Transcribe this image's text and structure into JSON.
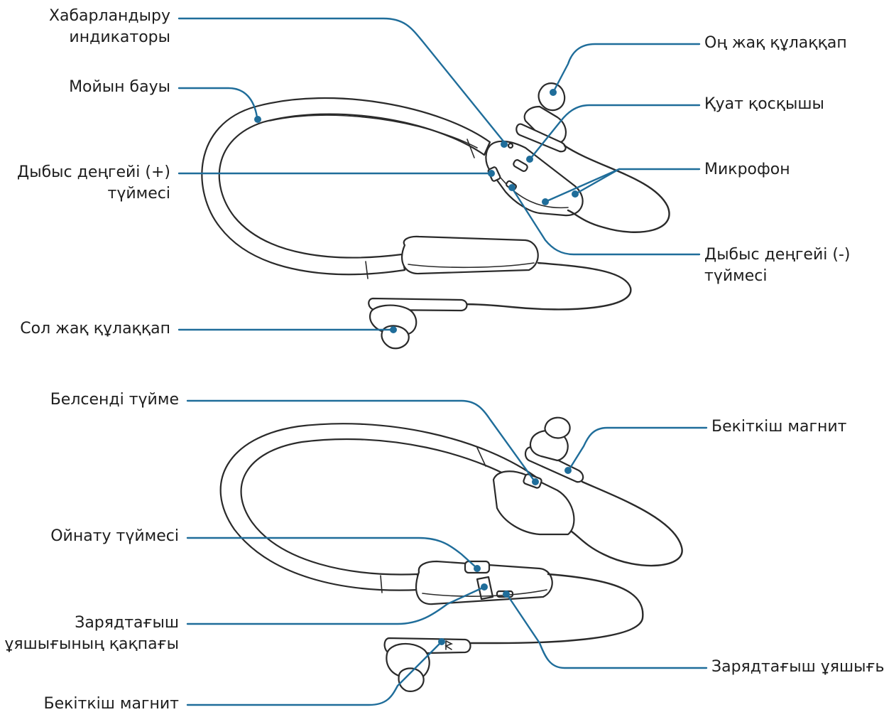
{
  "colors": {
    "leader": "#1f6d9a",
    "outline": "#2a2a2a",
    "text": "#1e1e1e",
    "background": "#ffffff"
  },
  "top_diagram": {
    "labels": {
      "notification_indicator": [
        "Хабарландыру",
        "индикаторы"
      ],
      "neckband": [
        "Мойын бауы"
      ],
      "volume_up": [
        "Дыбыс деңгейі (+)",
        "түймесі"
      ],
      "left_earbud": [
        "Сол жақ құлаққап"
      ],
      "right_earbud": [
        "Оң жақ құлаққап"
      ],
      "power_switch": [
        "Қуат қосқышы"
      ],
      "microphone": [
        "Микрофон"
      ],
      "volume_down": [
        "Дыбыс деңгейі (-)",
        "түймесі"
      ]
    }
  },
  "bottom_diagram": {
    "labels": {
      "active_button": [
        "Белсенді түйме"
      ],
      "play_button": [
        "Ойнату түймесі"
      ],
      "charger_port_cover": [
        "Зарядтағыш",
        "ұяшығының қақпағы"
      ],
      "mounting_magnet_left": [
        "Бекіткіш магнит"
      ],
      "mounting_magnet_right": [
        "Бекіткіш магнит"
      ],
      "charger_port": [
        "Зарядтағыш ұяшығы"
      ]
    }
  }
}
